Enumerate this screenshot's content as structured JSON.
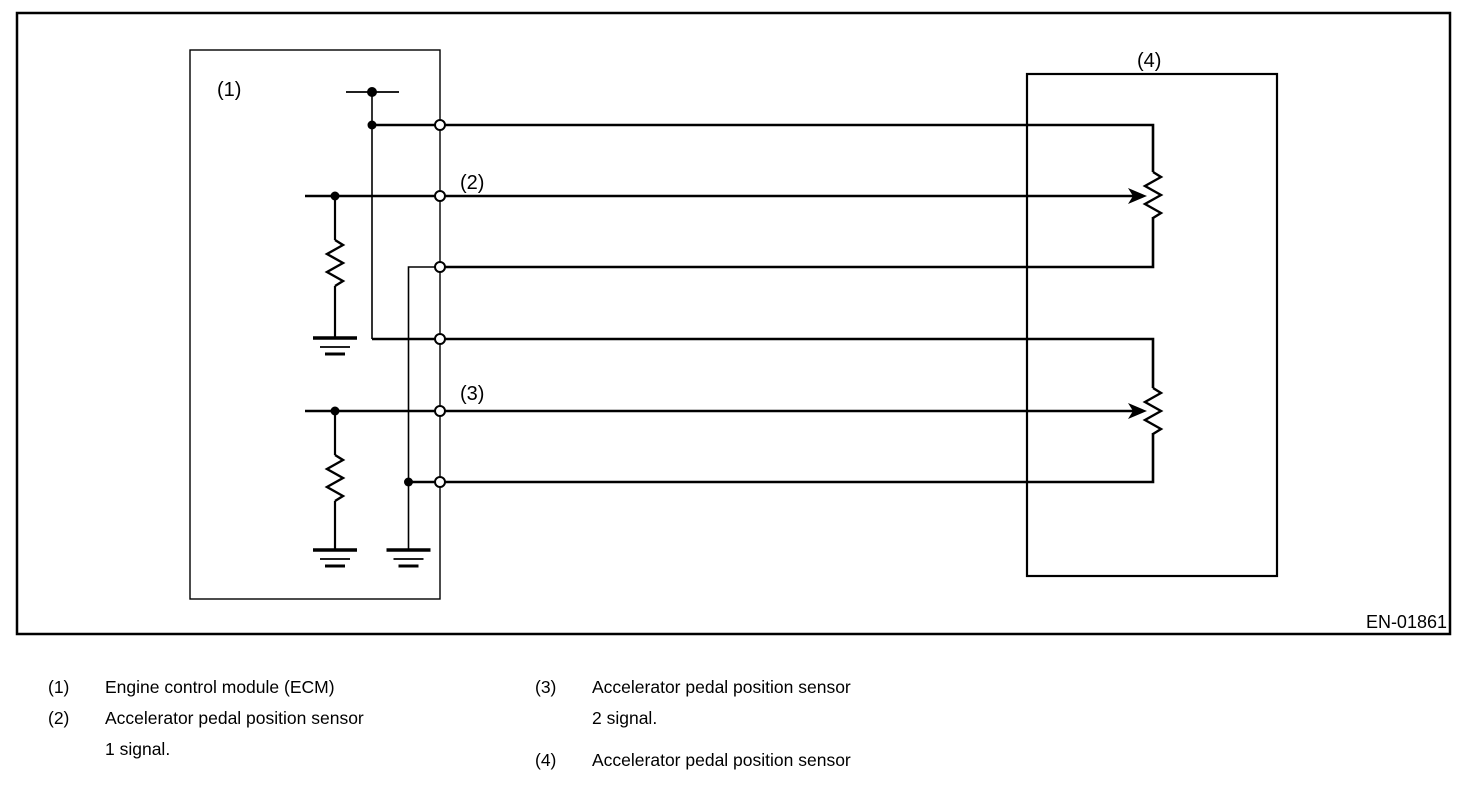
{
  "diagram": {
    "figure_code": "EN-01861",
    "labels": {
      "ecm": "(1)",
      "signal1": "(2)",
      "signal2": "(3)",
      "sensor": "(4)"
    },
    "colors": {
      "line": "#000000",
      "background": "#ffffff"
    }
  },
  "legend": {
    "items": [
      {
        "ref": "(1)",
        "line1": "Engine control module (ECM)",
        "line2": ""
      },
      {
        "ref": "(2)",
        "line1": "Accelerator pedal position sensor",
        "line2": "1 signal."
      },
      {
        "ref": "(3)",
        "line1": "Accelerator pedal position sensor",
        "line2": "2 signal."
      },
      {
        "ref": "(4)",
        "line1": "Accelerator pedal position sensor",
        "line2": ""
      }
    ]
  }
}
